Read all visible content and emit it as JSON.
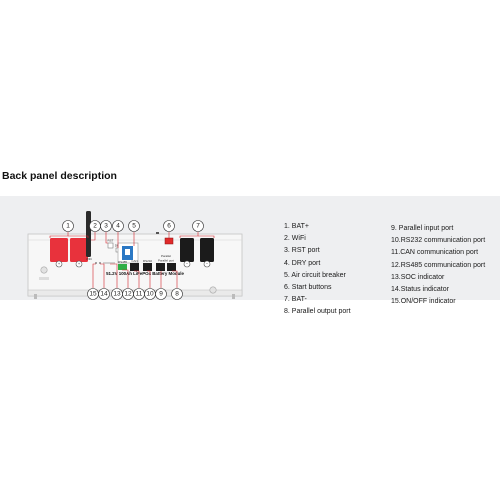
{
  "page": {
    "heading": "Back panel description"
  },
  "diagram": {
    "module_label": "51.2V 100Ah LiFePO4 Battery Module",
    "port_labels": {
      "dry": "DRY",
      "rst": "RST",
      "wifi": "WiFi",
      "rs485": "RS485",
      "can": "CAN",
      "rs232": "RS232",
      "parallel": "Parallel",
      "parallel_ports": "Parallel port"
    },
    "callouts": [
      "1",
      "2",
      "3",
      "4",
      "5",
      "6",
      "7",
      "8",
      "9",
      "10",
      "11",
      "12",
      "13",
      "14",
      "15"
    ],
    "colors": {
      "bat_plus": "#e8323c",
      "bat_minus": "#1b1b1b",
      "callout_line": "#d2232a",
      "breaker": "#2b78c4",
      "start_button": "#e02a2a",
      "led_green": "#2fae47"
    }
  },
  "legend": {
    "left": [
      "1.  BAT+",
      "2.  WiFi",
      "3.  RST port",
      "4.  DRY port",
      "5.  Air circuit breaker",
      "6.  Start buttons",
      "7.  BAT-",
      "8.  Parallel output port"
    ],
    "right": [
      "9.  Parallel input port",
      "10.RS232 communication port",
      "11.CAN communication port",
      "12.RS485 communication port",
      "13.SOC indicator",
      "14.Status indicator",
      "15.ON/OFF indicator"
    ]
  }
}
